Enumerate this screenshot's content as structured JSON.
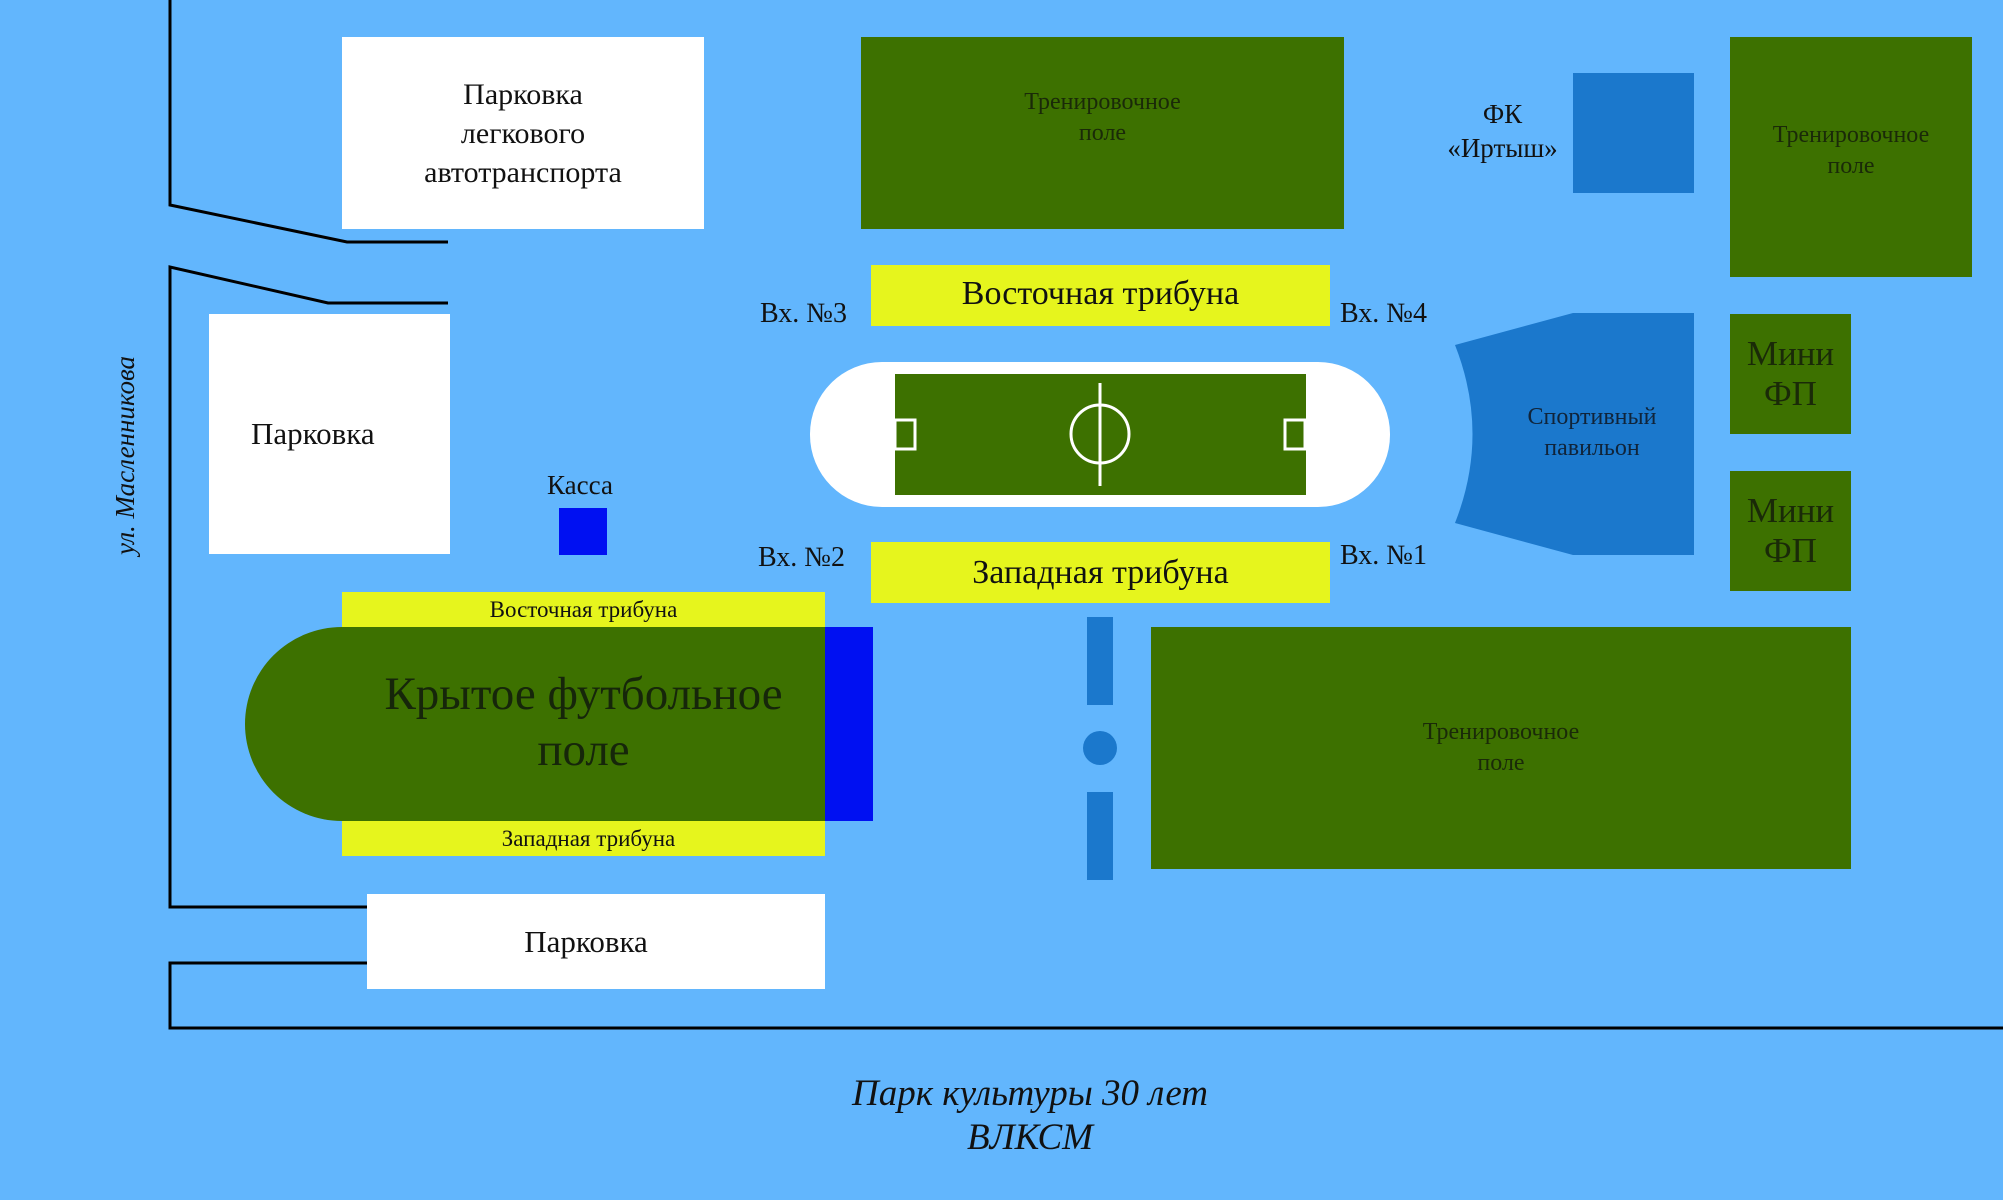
{
  "street_label": "ул. Масленникова",
  "bottom_label": "Парк культуры 30 лет\nВЛКСМ",
  "parking_cars": "Парковка\nлегкового\nавтотранспорта",
  "parking_mid": "Парковка",
  "parking_bottom": "Парковка",
  "cashier": "Касса",
  "training_top": "Тренировочное\nполе",
  "training_right": "Тренировочное\nполе",
  "training_bottom": "Тренировочное\nполе",
  "fc_irtysh": "ФК\n«Иртыш»",
  "east_stand_main": "Восточная трибуна",
  "west_stand_main": "Западная трибуна",
  "entrances": {
    "e1": "Вх. №1",
    "e2": "Вх. №2",
    "e3": "Вх. №3",
    "e4": "Вх. №4"
  },
  "sport_pavilion": "Спортивный\nпавильон",
  "mini_fp_1": "Мини\nФП",
  "mini_fp_2": "Мини\nФП",
  "indoor_field": "Крытое футбольное\nполе",
  "indoor_east_stand": "Восточная трибуна",
  "indoor_west_stand": "Западная трибуна",
  "colors": {
    "background": "#62b6fd",
    "field_green": "#3d7100",
    "stand_yellow": "#e6f51d",
    "building_blue": "#1b78cc",
    "cashier_blue": "#0010f2",
    "parking_white": "#ffffff"
  }
}
